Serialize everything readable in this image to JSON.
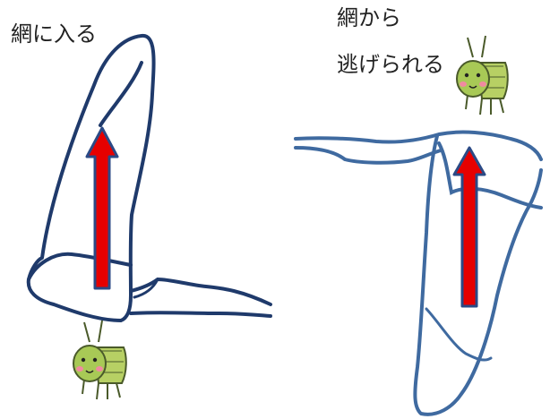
{
  "labels": {
    "enter_net": "網に入る",
    "escape_net_line1": "網から",
    "escape_net_line2": "逃げられる"
  },
  "colors": {
    "net_left_outline": "#1f3a6b",
    "net_right_outline": "#3f6aa0",
    "arrow_fill": "#e60000",
    "arrow_outline": "#2b4a86",
    "grasshopper_body": "#a8c956",
    "grasshopper_outline": "#4a5a2a",
    "grasshopper_cheek": "#f08aa0"
  },
  "icons": {
    "insect_bottom": "grasshopper-icon",
    "insect_top": "grasshopper-icon"
  }
}
